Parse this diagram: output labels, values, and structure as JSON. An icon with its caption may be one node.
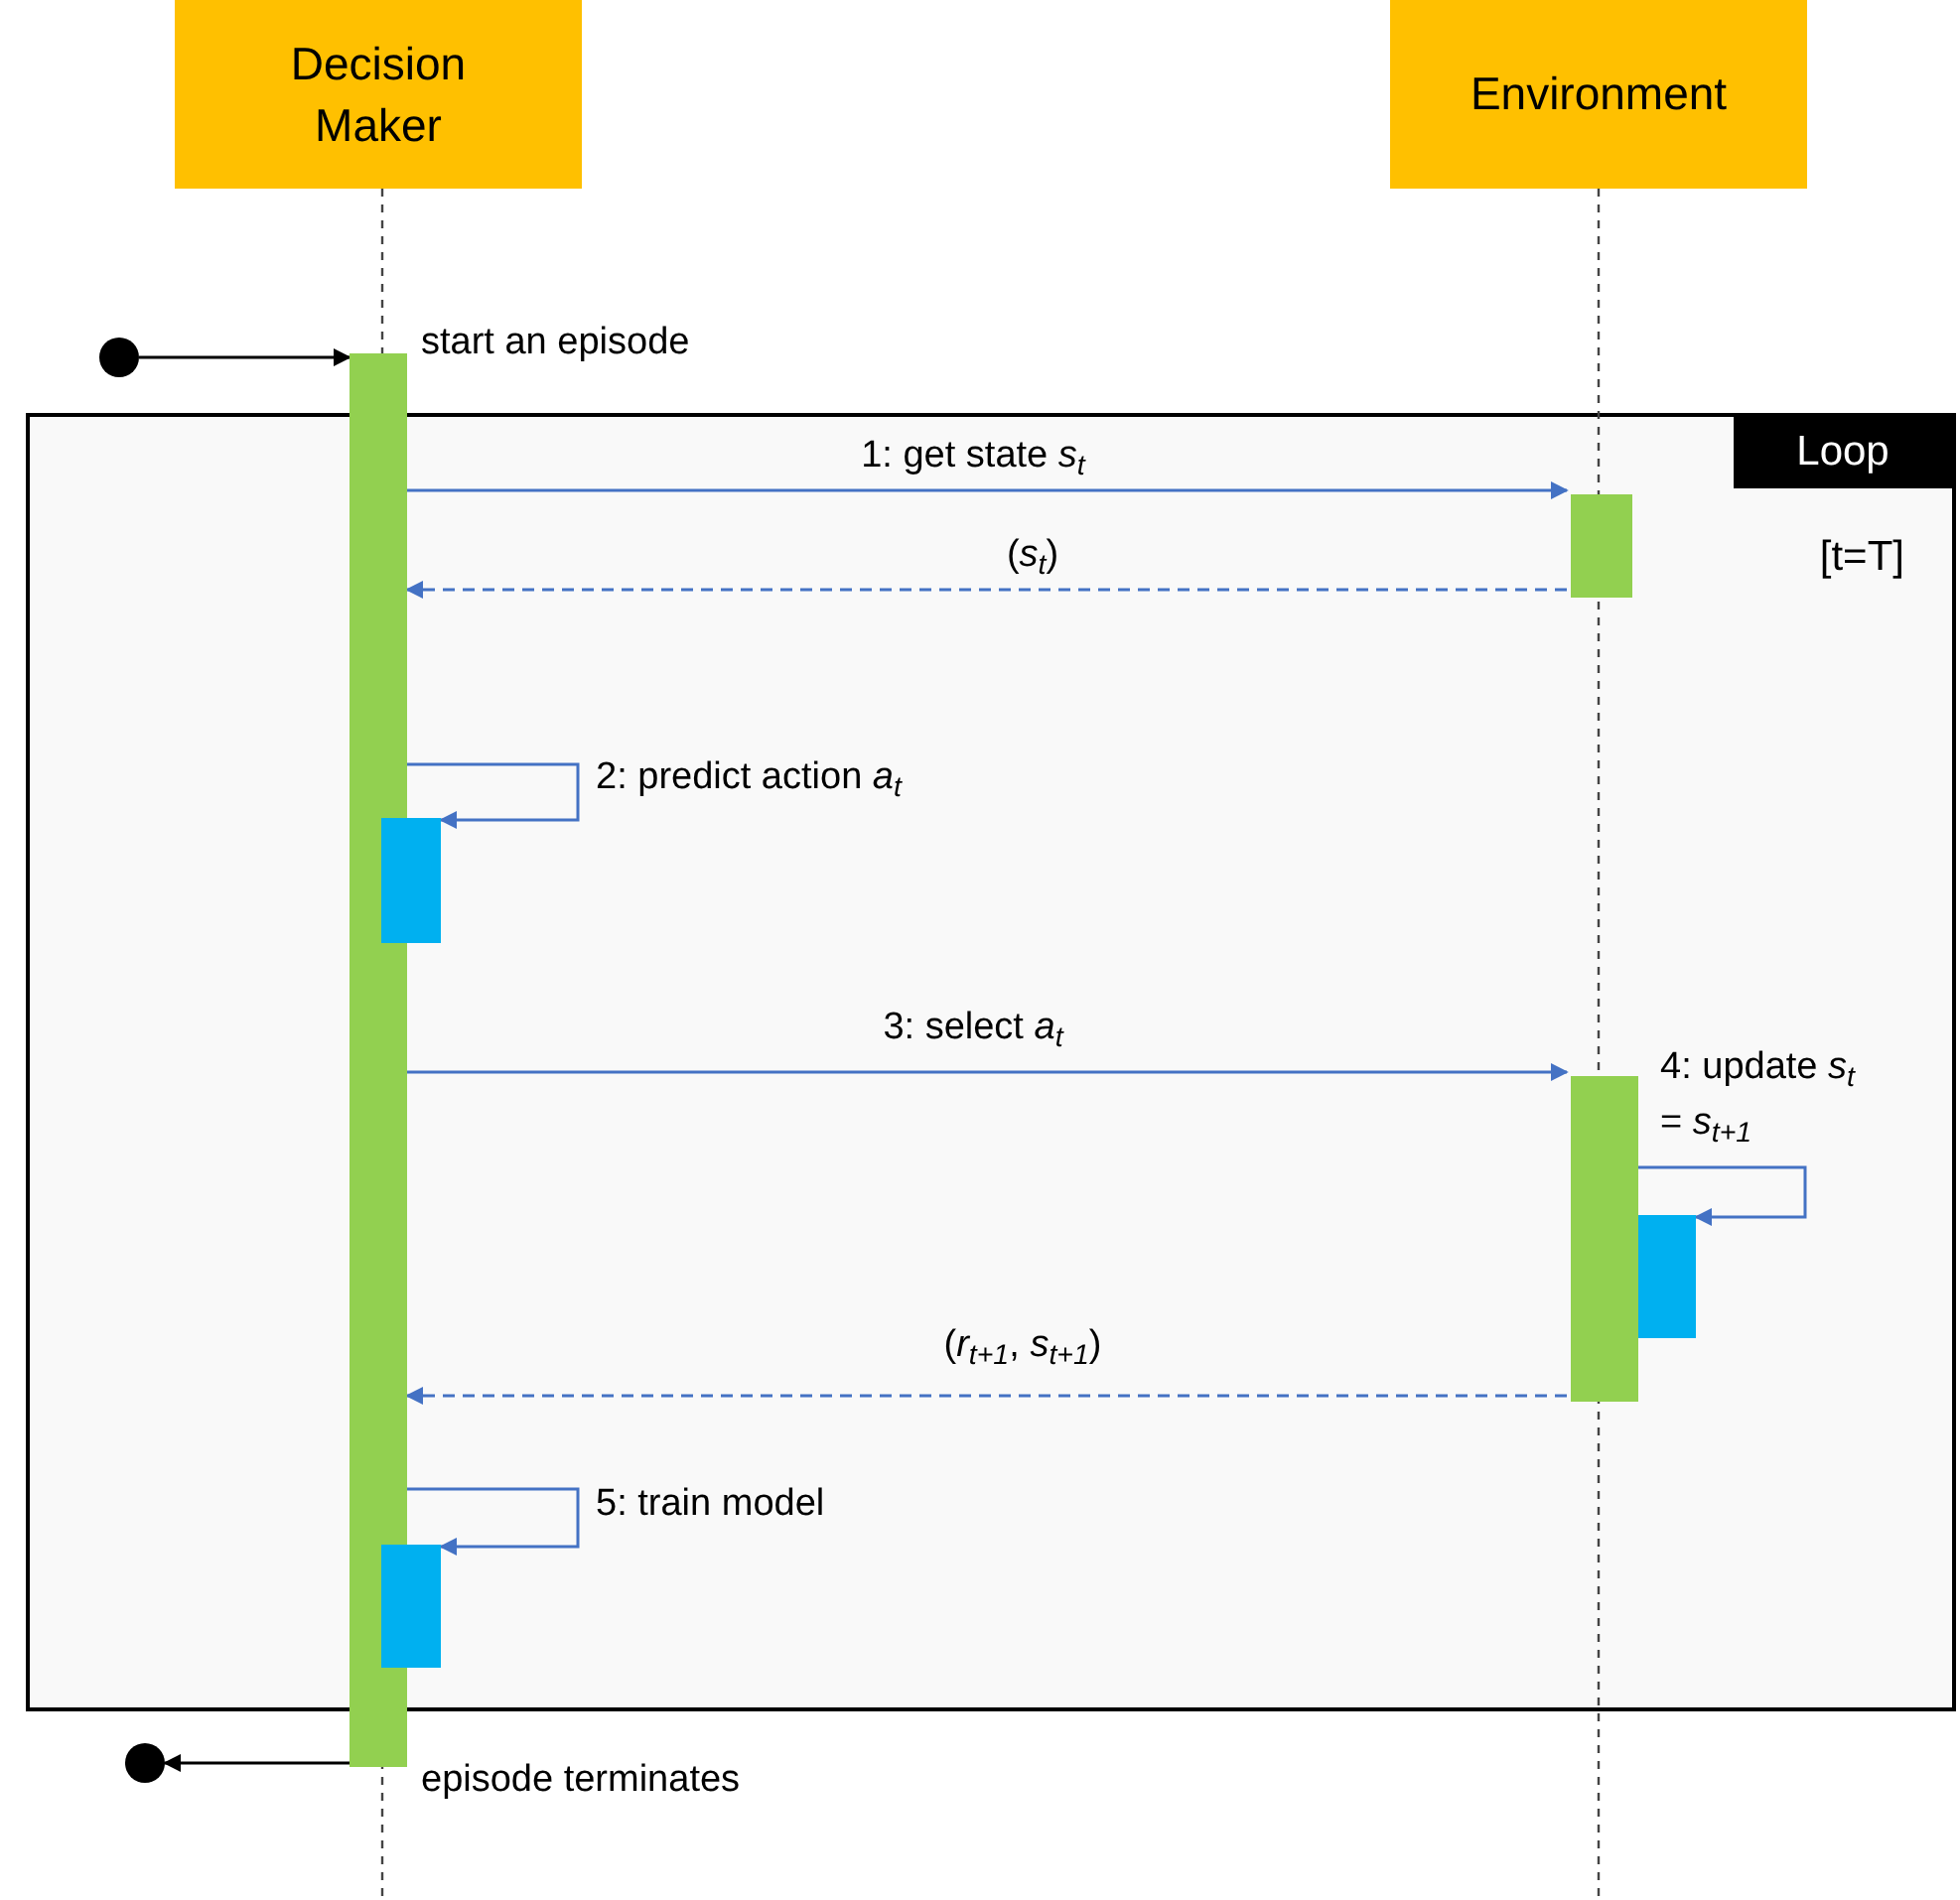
{
  "diagram": {
    "nodes": [
      {
        "text": [
          "Decision Maker"
        ]
      },
      {
        "text": [
          "Environment"
        ]
      },
      {
        "text": [
          "Loop",
          "[t=T]"
        ]
      },
      {
        "text": [],
        "shape": "circle"
      },
      {
        "text": [],
        "shape": "bar"
      },
      {
        "text": [],
        "shape": "bar",
        "in": 2
      },
      {
        "text": [],
        "shape": "bar",
        "in": 2
      },
      {
        "text": [],
        "shape": "bar",
        "in": 2
      },
      {
        "text": [],
        "shape": "bar",
        "in": 2
      },
      {
        "text": [],
        "shape": "bar",
        "in": 2
      },
      {
        "text": [],
        "shape": "circle"
      }
    ],
    "edges": [
      {
        "from": 3,
        "to": 4,
        "arrow": "to",
        "color": "#000000"
      },
      {
        "from": 4,
        "to": 5,
        "arrow": "to",
        "label": "1: get state *s*$_{t}$"
      },
      {
        "from": 5,
        "to": 4,
        "arrow": "to",
        "style": "dashed",
        "label": "(*s*$_{t}$)"
      },
      {
        "from": 4,
        "to": 6,
        "arrow": "to",
        "label": "2: predict action *a*$_{t}$"
      },
      {
        "from": 4,
        "to": 7,
        "arrow": "to",
        "label": "3: select *a*$_{t}$"
      },
      {
        "from": 7,
        "to": 8,
        "arrow": "to",
        "label": "4: update *s*$_{t}$ = *s*$_{t+1}$"
      },
      {
        "from": 7,
        "to": 4,
        "arrow": "to",
        "style": "dashed",
        "label": "(*r*$_{t+1}$, *s*$_{t+1}$)"
      },
      {
        "from": 4,
        "to": 9,
        "arrow": "to",
        "label": "5: train model"
      },
      {
        "from": 4,
        "to": 10,
        "arrow": "to",
        "color": "#000000"
      }
    ],
    "labels": [
      "start an episode",
      "episode terminates"
    ]
  }
}
